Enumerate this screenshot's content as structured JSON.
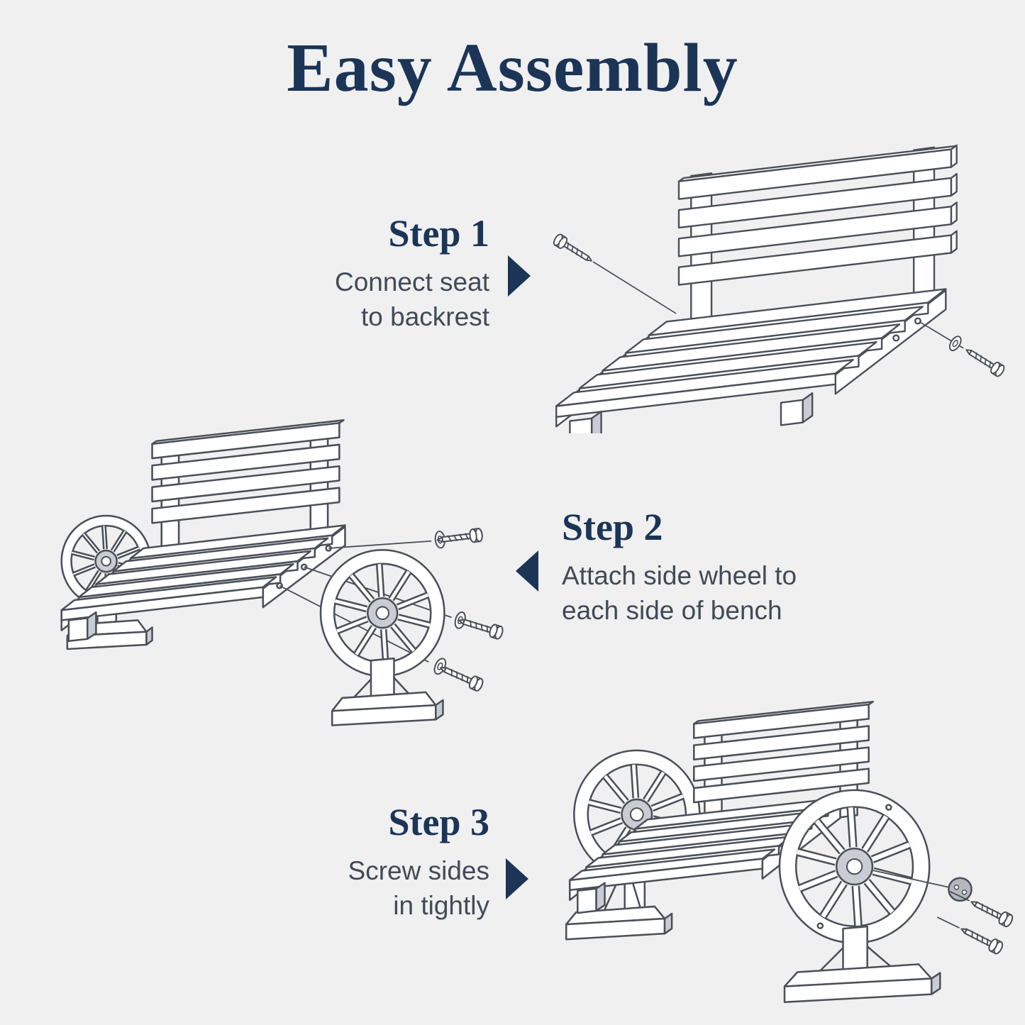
{
  "page": {
    "title": "Easy Assembly",
    "background_color": "#f0f0f1",
    "heading_color": "#1c3557",
    "body_text_color": "#414b57",
    "line_color": "#4b5058",
    "shade_color": "#c9cdd3"
  },
  "steps": [
    {
      "label": "Step 1",
      "lines": [
        "Connect seat",
        "to backrest"
      ],
      "arrow_direction": "right",
      "illustration": "seat-connected-to-backrest-exploded"
    },
    {
      "label": "Step 2",
      "lines": [
        "Attach side wheel to",
        "each side of bench"
      ],
      "arrow_direction": "left",
      "illustration": "wheels-attached-to-bench-sides-exploded"
    },
    {
      "label": "Step 3",
      "lines": [
        "Screw sides",
        "in tightly"
      ],
      "arrow_direction": "right",
      "illustration": "assembled-bench-with-axle-cap-and-screws"
    }
  ]
}
